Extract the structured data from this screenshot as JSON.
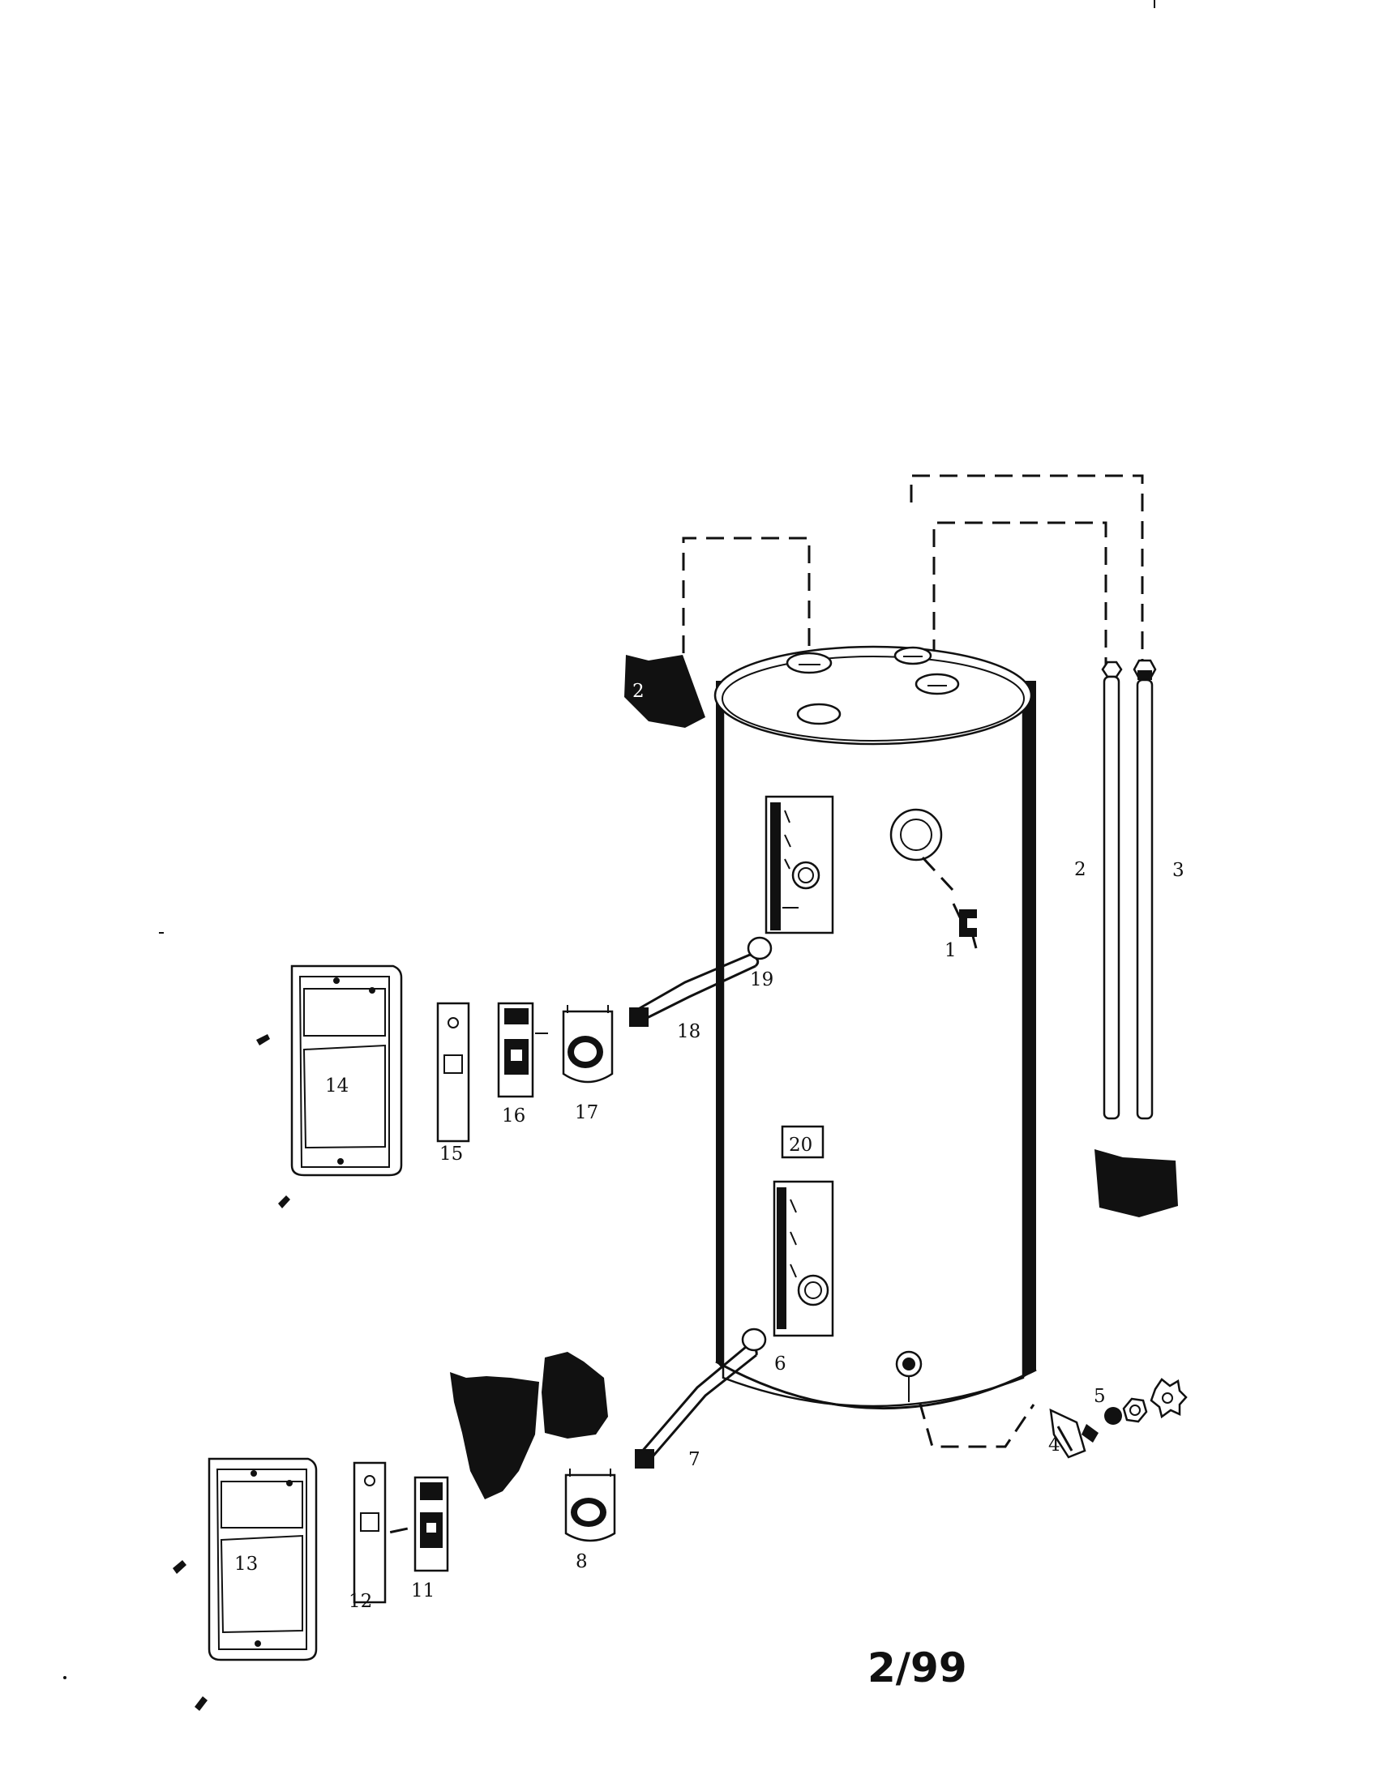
{
  "diagram": {
    "date_code": "2/99",
    "part_labels": {
      "p1": "1",
      "p2": "2",
      "p3": "3",
      "p4": "4",
      "p5": "5",
      "p6": "6",
      "p7": "7",
      "p8": "8",
      "p11": "11",
      "p12": "12",
      "p13": "13",
      "p14": "14",
      "p15": "15",
      "p16": "16",
      "p17": "17",
      "p18": "18",
      "p19": "19",
      "p20": "20",
      "p21": "2"
    }
  }
}
